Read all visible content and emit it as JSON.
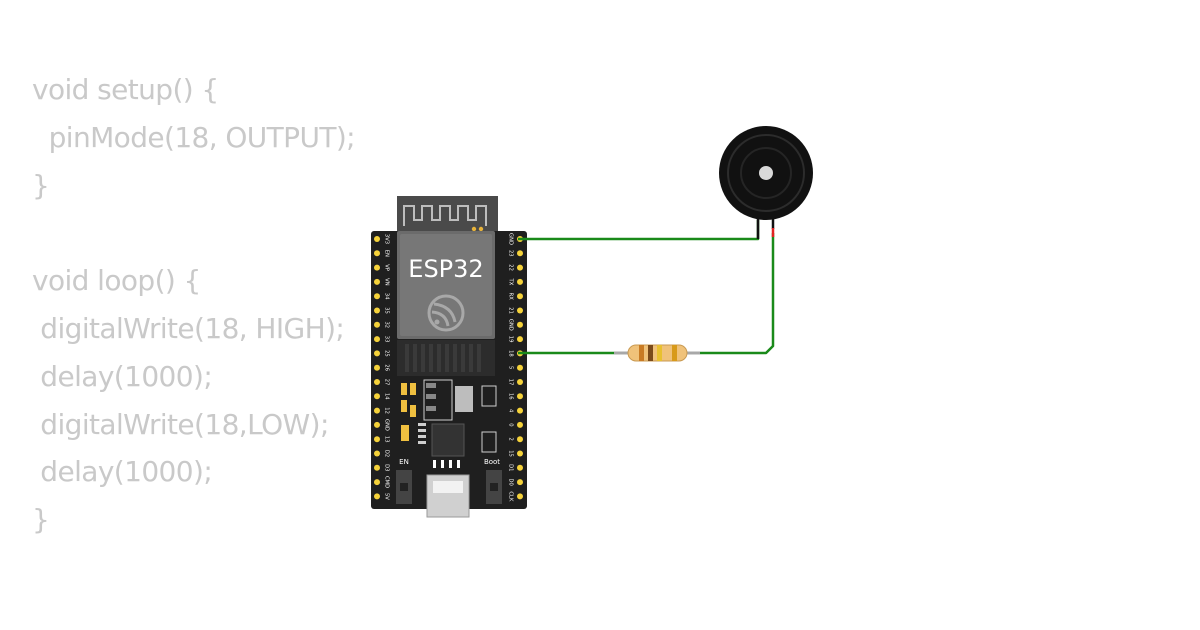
{
  "code": {
    "lines": [
      "void setup() {",
      "  pinMode(18, OUTPUT);",
      "}",
      "",
      "void loop() {",
      " digitalWrite(18, HIGH);",
      " delay(1000);",
      " digitalWrite(18,LOW);",
      " delay(1000);",
      "}"
    ]
  },
  "board": {
    "chip_label": "ESP32",
    "left_pins": [
      "3V3",
      "EN",
      "VP",
      "VN",
      "34",
      "35",
      "32",
      "33",
      "25",
      "26",
      "27",
      "14",
      "12",
      "GND",
      "13",
      "D2",
      "D3",
      "CMD",
      "5V"
    ],
    "right_pins": [
      "GND",
      "23",
      "22",
      "TX",
      "RX",
      "21",
      "GND",
      "19",
      "18",
      "5",
      "17",
      "16",
      "4",
      "0",
      "2",
      "15",
      "D1",
      "D0",
      "CLK"
    ],
    "en_label": "EN",
    "boot_label": "Boot"
  },
  "colors": {
    "wire": "#1a8a1a",
    "board": "#1f1f1f",
    "pin": "#f5d23a",
    "buzzer": "#111111",
    "code_text": "#c9c9c9"
  }
}
